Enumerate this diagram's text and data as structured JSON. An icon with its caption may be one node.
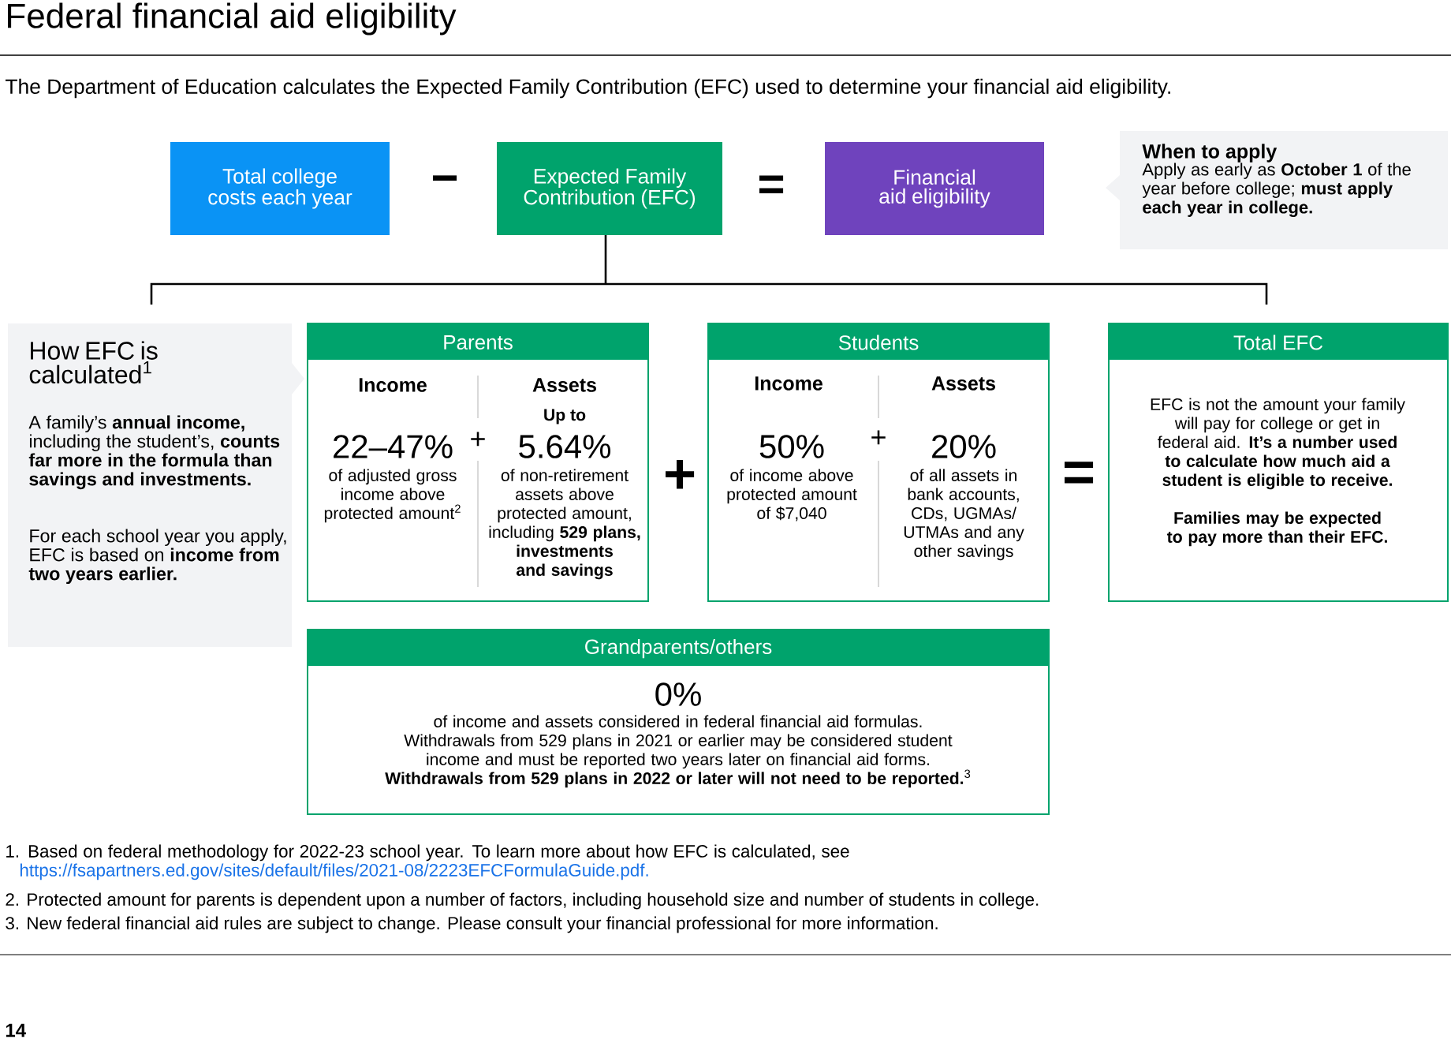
{
  "diagram": {
    "title": "Federal financial aid eligibility",
    "nodes": [
      {
        "text": [
          "Total college costs each year"
        ]
      },
      {
        "text": [
          "Expected Family Contribution (EFC)"
        ]
      },
      {
        "text": [
          "Financial aid eligibility"
        ]
      },
      {
        "text": [
          "When to apply",
          "Apply as early as **October 1** of the year before college; **must apply each year in college.**"
        ]
      },
      {
        "text": [
          "How EFC is calculated$^{1}$",
          "A family’s **annual income,** including the student’s, **counts far more in the formula than savings and investments.**",
          "For each school year you apply, EFC is based on **income from two years earlier.**"
        ]
      },
      {
        "text": [
          "Parents",
          "Income",
          "22–47%",
          "of adjusted gross income above protected amount$^{2}$",
          "Assets",
          "Up to",
          "5.64%",
          "of non-retirement assets above protected amount, including **529 plans, investments and savings**"
        ]
      },
      {
        "text": [
          "Students",
          "Income",
          "50%",
          "of income above protected amount of $7,040",
          "Assets",
          "20%",
          "of all assets in bank accounts, CDs, UGMAs/ UTMAs and any other savings"
        ]
      },
      {
        "text": [
          "Total EFC",
          "EFC is not the amount your family will pay for college or get in federal aid. **It’s a number used to calculate how much aid a student is eligible to receive.**",
          "Families may be expected to pay more than their EFC."
        ]
      },
      {
        "text": [
          "Grandparents/others",
          "0%",
          "of income and assets considered in federal financial aid formulas. Withdrawals from 529 plans in 2021 or earlier may be considered student income and must be reported two years later on financial aid forms. **Withdrawals from 529 plans in 2022 or later will not need to be reported.**$^{3}$"
        ]
      }
    ],
    "labels": [
      "The Department of Education calculates the Expected Family Contribution (EFC) used to determine your financial aid eligibility.",
      "−",
      "=",
      "+",
      "+",
      "+",
      "=",
      "1. Based on federal methodology for 2022-23 school year. To learn more about how EFC is calculated, see",
      "https://fsapartners.ed.gov/sites/default/files/2021-08/2223EFCFormulaGuide.pdf.",
      "2. Protected amount for parents is dependent upon a number of factors, including household size and number of students in college.",
      "3. New federal financial aid rules are subject to change. Please consult your financial professional for more information.",
      "14"
    ]
  }
}
